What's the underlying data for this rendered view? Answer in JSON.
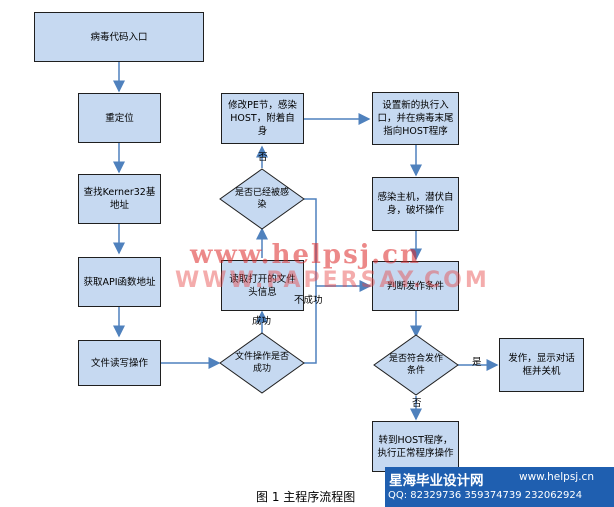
{
  "nodes": {
    "entry": "病毒代码入口",
    "relocate": "重定位",
    "find_kernel": "查找Kerner32基地址",
    "get_api": "获取API函数地址",
    "file_rw": "文件读写操作",
    "file_ok": "文件操作是否成功",
    "read_header": "读取打开的文件头信息",
    "already_infected": "是否已经被感染",
    "modify_pe": "修改PE节，感染HOST，附着自身",
    "set_entry": "设置新的执行入口，并在病毒末尾指向HOST程序",
    "infect_host": "感染主机，潜伏自身，破坏操作",
    "judge_trigger": "判断发作条件",
    "meets_trigger": "是否符合发作条件",
    "trigger": "发作，显示对话框并关机",
    "goto_host": "转到HOST程序，执行正常程序操作"
  },
  "edge_labels": {
    "success": "成功",
    "fail": "不成功",
    "no_top": "否",
    "yes": "是",
    "no_bottom": "否"
  },
  "watermark": {
    "line1": "www.helpsj.cn",
    "line2": "WWW.PAPERSAY.COM"
  },
  "caption": "图 1  主程序流程图",
  "banner": {
    "title": "星海毕业设计网",
    "url": "www.helpsj.cn",
    "qq": "QQ: 82329736  359374739  232062924"
  },
  "colors": {
    "box_fill": "#c6d9f1",
    "arrow": "#4f81bd",
    "banner": "#1f5fb0"
  }
}
